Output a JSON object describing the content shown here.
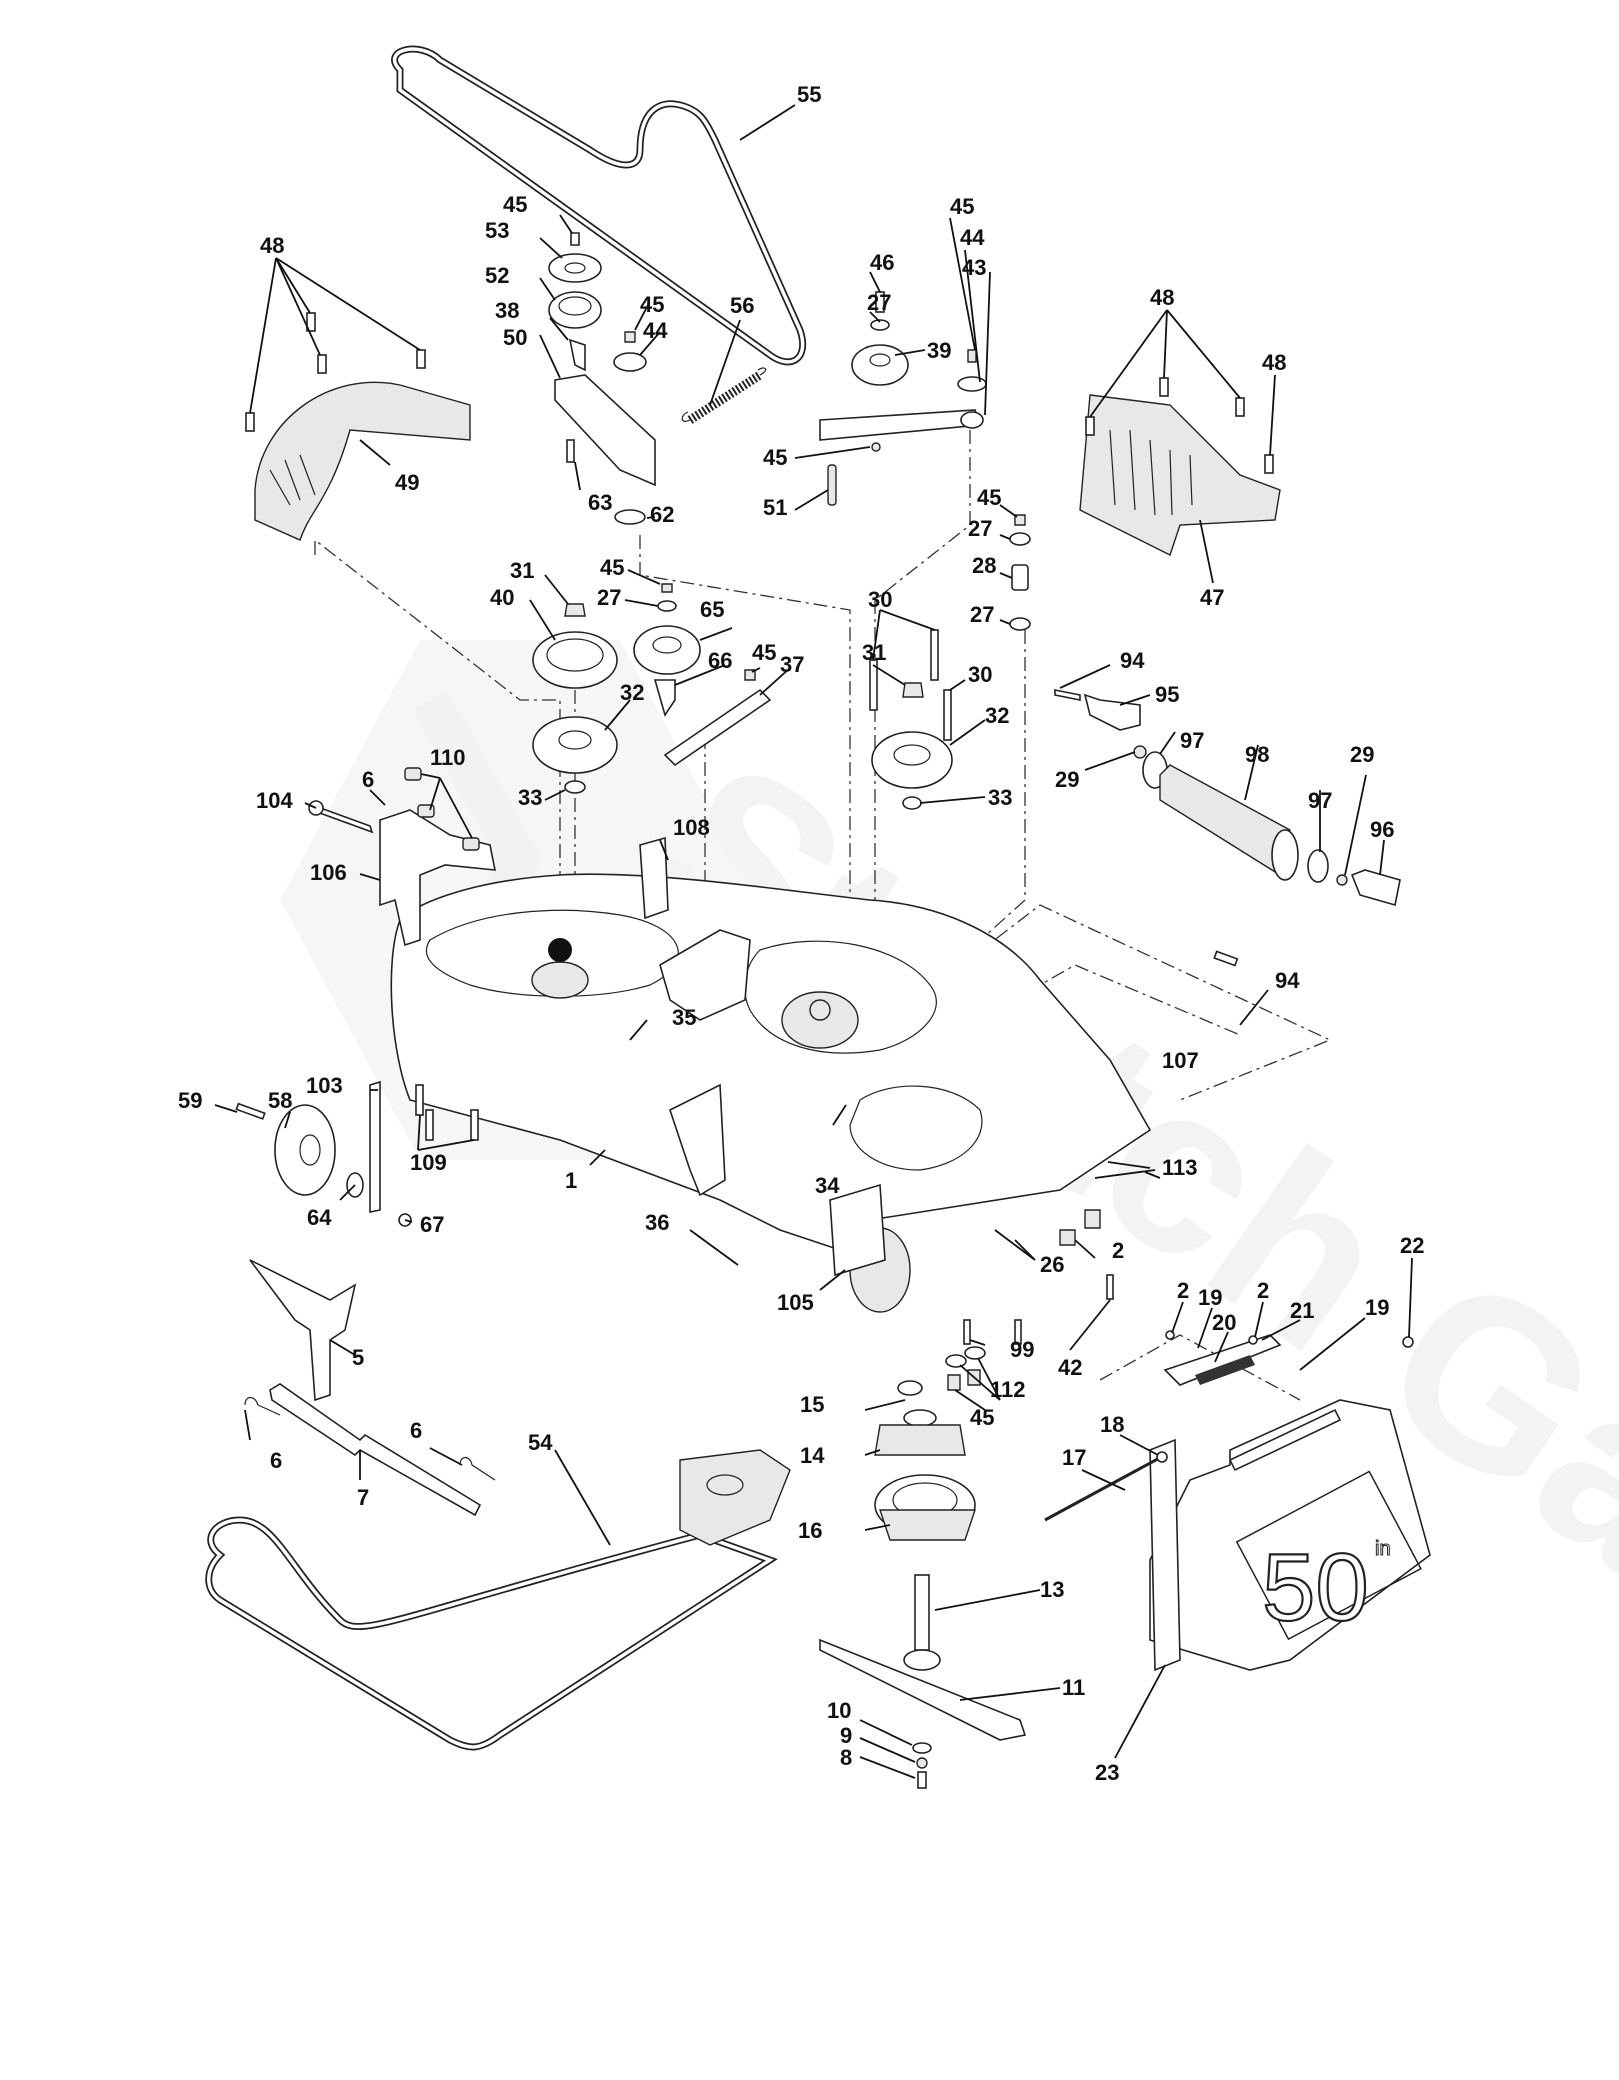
{
  "diagram": {
    "title": "Mower deck exploded parts diagram",
    "watermark": "Stretch Garden",
    "deck_badge": {
      "number": "50",
      "superscript": "in"
    },
    "callouts": [
      {
        "id": "c55",
        "text": "55",
        "part": "deck-belt-upper"
      },
      {
        "id": "c45a",
        "text": "45",
        "part": "nut"
      },
      {
        "id": "c53",
        "text": "53",
        "part": "pulley-small"
      },
      {
        "id": "c52",
        "text": "52",
        "part": "pulley-lower"
      },
      {
        "id": "c38",
        "text": "38",
        "part": "belt-guide"
      },
      {
        "id": "c50",
        "text": "50",
        "part": "idler-bracket"
      },
      {
        "id": "c45b",
        "text": "45",
        "part": "nut"
      },
      {
        "id": "c44a",
        "text": "44",
        "part": "spacer"
      },
      {
        "id": "c56",
        "text": "56",
        "part": "extension-spring"
      },
      {
        "id": "c63",
        "text": "63",
        "part": "bolt"
      },
      {
        "id": "c62",
        "text": "62",
        "part": "washer"
      },
      {
        "id": "c48a",
        "text": "48",
        "part": "screws-left-cover"
      },
      {
        "id": "c49",
        "text": "49",
        "part": "left-belt-cover"
      },
      {
        "id": "c46",
        "text": "46",
        "part": "bolt"
      },
      {
        "id": "c27a",
        "text": "27",
        "part": "washer"
      },
      {
        "id": "c39",
        "text": "39",
        "part": "idler-pulley"
      },
      {
        "id": "c45c",
        "text": "45",
        "part": "nut"
      },
      {
        "id": "c44b",
        "text": "44",
        "part": "spacer"
      },
      {
        "id": "c43",
        "text": "43",
        "part": "idler-arm"
      },
      {
        "id": "c45d",
        "text": "45",
        "part": "nut"
      },
      {
        "id": "c51",
        "text": "51",
        "part": "spring"
      },
      {
        "id": "c48b",
        "text": "48",
        "part": "screws-right-cover"
      },
      {
        "id": "c48c",
        "text": "48",
        "part": "screw"
      },
      {
        "id": "c47",
        "text": "47",
        "part": "right-belt-cover"
      },
      {
        "id": "c45e",
        "text": "45",
        "part": "nut"
      },
      {
        "id": "c27b",
        "text": "27",
        "part": "washer"
      },
      {
        "id": "c28",
        "text": "28",
        "part": "spacer"
      },
      {
        "id": "c27c",
        "text": "27",
        "part": "washer"
      },
      {
        "id": "c31a",
        "text": "31",
        "part": "nut"
      },
      {
        "id": "c40",
        "text": "40",
        "part": "pulley-double"
      },
      {
        "id": "c45f",
        "text": "45",
        "part": "nut"
      },
      {
        "id": "c27d",
        "text": "27",
        "part": "washer"
      },
      {
        "id": "c65",
        "text": "65",
        "part": "idler-pulley"
      },
      {
        "id": "c66",
        "text": "66",
        "part": "belt-guide"
      },
      {
        "id": "c45g",
        "text": "45",
        "part": "nut"
      },
      {
        "id": "c37",
        "text": "37",
        "part": "idler-arm"
      },
      {
        "id": "c32a",
        "text": "32",
        "part": "spindle-pulley"
      },
      {
        "id": "c33a",
        "text": "33",
        "part": "washer"
      },
      {
        "id": "c30a",
        "text": "30",
        "part": "bolts"
      },
      {
        "id": "c31b",
        "text": "31",
        "part": "nut"
      },
      {
        "id": "c30b",
        "text": "30",
        "part": "bolt"
      },
      {
        "id": "c32b",
        "text": "32",
        "part": "spindle-pulley"
      },
      {
        "id": "c33b",
        "text": "33",
        "part": "washer"
      },
      {
        "id": "c94a",
        "text": "94",
        "part": "bolt"
      },
      {
        "id": "c95",
        "text": "95",
        "part": "roller-bracket"
      },
      {
        "id": "c29a",
        "text": "29",
        "part": "nut"
      },
      {
        "id": "c97a",
        "text": "97",
        "part": "washer"
      },
      {
        "id": "c98",
        "text": "98",
        "part": "anti-scalp-roller"
      },
      {
        "id": "c29b",
        "text": "29",
        "part": "nut"
      },
      {
        "id": "c97b",
        "text": "97",
        "part": "washer"
      },
      {
        "id": "c96",
        "text": "96",
        "part": "roller-axle"
      },
      {
        "id": "c94b",
        "text": "94",
        "part": "bolt"
      },
      {
        "id": "c107",
        "text": "107",
        "part": "bracket"
      },
      {
        "id": "c113",
        "text": "113",
        "part": "plugs"
      },
      {
        "id": "c6a",
        "text": "6",
        "part": "hairpin-clip"
      },
      {
        "id": "c110",
        "text": "110",
        "part": "nuts"
      },
      {
        "id": "c104",
        "text": "104",
        "part": "pin"
      },
      {
        "id": "c106",
        "text": "106",
        "part": "hanger-bracket"
      },
      {
        "id": "c108",
        "text": "108",
        "part": "bracket"
      },
      {
        "id": "c35",
        "text": "35",
        "part": "bolt"
      },
      {
        "id": "c103",
        "text": "103",
        "part": "gauge-wheel-bracket"
      },
      {
        "id": "c59",
        "text": "59",
        "part": "bolt"
      },
      {
        "id": "c58",
        "text": "58",
        "part": "gauge-wheel"
      },
      {
        "id": "c109",
        "text": "109",
        "part": "bolts"
      },
      {
        "id": "c1",
        "text": "1",
        "part": "deck-housing"
      },
      {
        "id": "c64",
        "text": "64",
        "part": "washer"
      },
      {
        "id": "c67",
        "text": "67",
        "part": "nut"
      },
      {
        "id": "c34",
        "text": "34",
        "part": "bolt"
      },
      {
        "id": "c36",
        "text": "36",
        "part": "bolt"
      },
      {
        "id": "c2a",
        "text": "2",
        "part": "nuts"
      },
      {
        "id": "c26",
        "text": "26",
        "part": "plugs"
      },
      {
        "id": "c105",
        "text": "105",
        "part": "bracket"
      },
      {
        "id": "c99",
        "text": "99",
        "part": "bolt"
      },
      {
        "id": "c42",
        "text": "42",
        "part": "bolt"
      },
      {
        "id": "c112",
        "text": "112",
        "part": "washers"
      },
      {
        "id": "c45h",
        "text": "45",
        "part": "nuts"
      },
      {
        "id": "c15",
        "text": "15",
        "part": "bearing-washer"
      },
      {
        "id": "c14",
        "text": "14",
        "part": "spindle-housing"
      },
      {
        "id": "c16",
        "text": "16",
        "part": "blade-adapter"
      },
      {
        "id": "c13",
        "text": "13",
        "part": "spindle-shaft"
      },
      {
        "id": "c11",
        "text": "11",
        "part": "blade"
      },
      {
        "id": "c10",
        "text": "10",
        "part": "washer"
      },
      {
        "id": "c9",
        "text": "9",
        "part": "lock-washer"
      },
      {
        "id": "c8",
        "text": "8",
        "part": "blade-bolt"
      },
      {
        "id": "c5",
        "text": "5",
        "part": "front-bracket"
      },
      {
        "id": "c6b",
        "text": "6",
        "part": "hairpin-clip"
      },
      {
        "id": "c6c",
        "text": "6",
        "part": "hairpin-clip"
      },
      {
        "id": "c7",
        "text": "7",
        "part": "link-arm"
      },
      {
        "id": "c54",
        "text": "54",
        "part": "drive-belt"
      },
      {
        "id": "c2b",
        "text": "2",
        "part": "nut"
      },
      {
        "id": "c19a",
        "text": "19",
        "part": "hinge"
      },
      {
        "id": "c20",
        "text": "20",
        "part": "torsion-spring"
      },
      {
        "id": "c2c",
        "text": "2",
        "part": "nut"
      },
      {
        "id": "c21",
        "text": "21",
        "part": "bolt"
      },
      {
        "id": "c19b",
        "text": "19",
        "part": "hinge"
      },
      {
        "id": "c22",
        "text": "22",
        "part": "nut"
      },
      {
        "id": "c18",
        "text": "18",
        "part": "washer"
      },
      {
        "id": "c17",
        "text": "17",
        "part": "rod"
      },
      {
        "id": "c23",
        "text": "23",
        "part": "discharge-chute"
      }
    ]
  }
}
